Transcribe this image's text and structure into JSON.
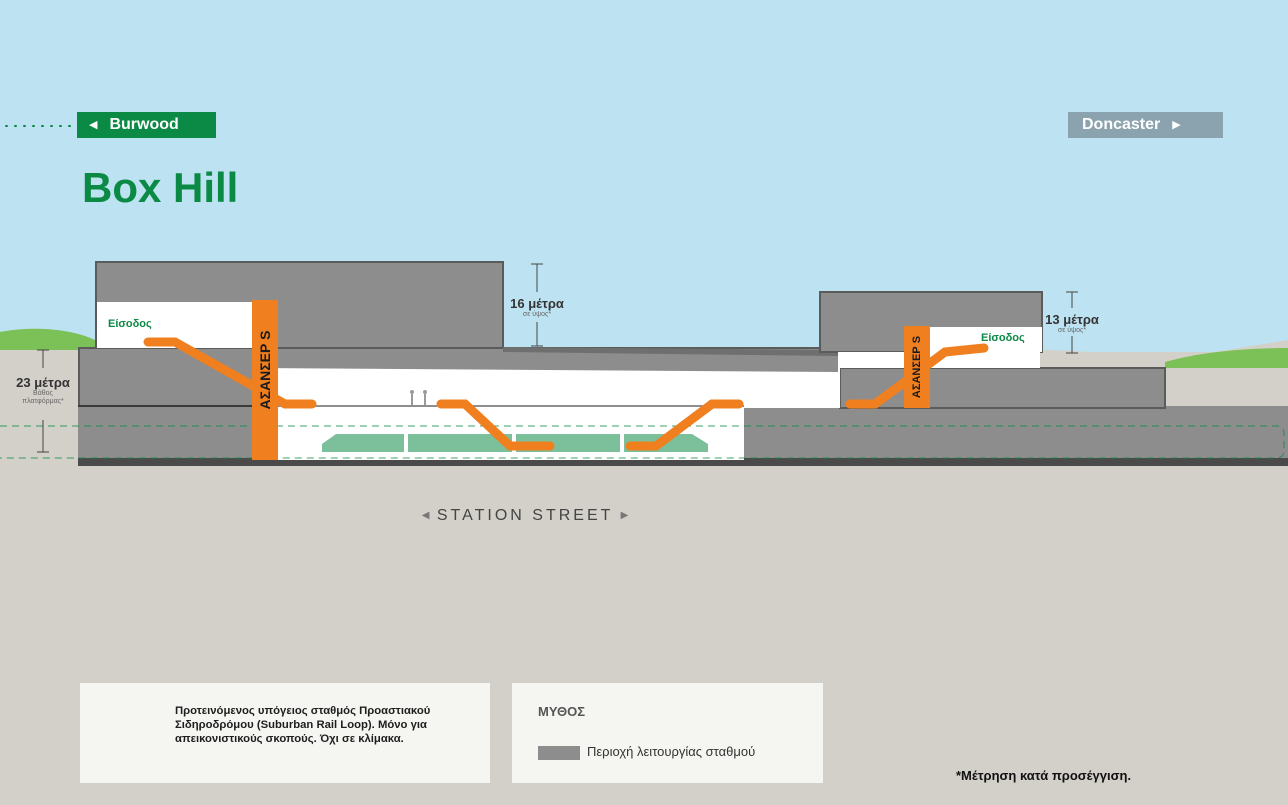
{
  "navigation": {
    "previous": {
      "label": "Burwood",
      "arrow": "◀"
    },
    "next": {
      "label": "Doncaster",
      "arrow": "▶"
    }
  },
  "station": {
    "name": "Box Hill"
  },
  "entrances": {
    "left": "Είσοδος",
    "right": "Είσοδος"
  },
  "lifts": {
    "left": "ΑΣΑΝΣΕΡ S",
    "right": "ΑΣΑΝΣΕΡ S"
  },
  "measurements": {
    "left_building_height": {
      "value": "16 μέτρα",
      "note": "σε ύψος*"
    },
    "right_building_height": {
      "value": "13 μέτρα",
      "note": "σε ύψος*"
    },
    "platform_depth": {
      "value": "23 μέτρα",
      "note_line1": "Βάθος",
      "note_line2": "πλατφόρμας*"
    }
  },
  "street": {
    "name": "STATION STREET",
    "left_arrow": "◀",
    "right_arrow": "▶"
  },
  "info_panel": {
    "text": "Προτεινόμενος υπόγειος σταθμός Προαστιακού Σιδηροδρόμου (Suburban Rail Loop). Μόνο για απεικονιστικούς σκοπούς. Όχι σε κλίμακα.",
    "logo_icon": "suburban-rail-loop-logo-icon"
  },
  "legend": {
    "title": "ΜΥΘΟΣ",
    "items": [
      {
        "label": "Περιοχή λειτουργίας σταθμού",
        "color": "#8d8d8d"
      }
    ]
  },
  "footnote": "*Μέτρηση κατά προσέγγιση.",
  "colors": {
    "sky": "#bde3f2",
    "ground": "#d3d0c9",
    "grass": "#7cc058",
    "building": "#8d8d8d",
    "accent_green": "#0b8a45",
    "nav_next": "#8aa3ae",
    "escalator": "#f07f1f",
    "train": "#7cbf9b"
  }
}
